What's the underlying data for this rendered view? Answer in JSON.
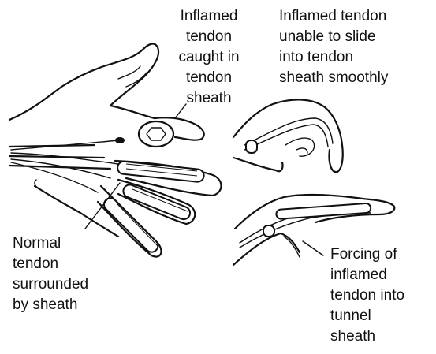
{
  "labels": {
    "caught": "Inflamed\ntendon\ncaught in\ntendon\nsheath",
    "unable": "Inflamed tendon\nunable to slide\ninto tendon\nsheath smoothly",
    "normal": "Normal\ntendon\nsurrounded\nby sheath",
    "forcing": "Forcing of\ninflamed\ntendon into\ntunnel\nsheath"
  }
}
